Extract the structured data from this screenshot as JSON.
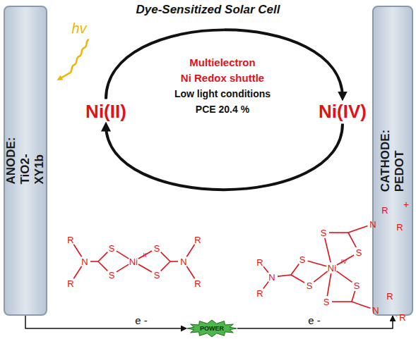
{
  "diagram": {
    "title": "Dye-Sensitized Solar Cell",
    "nodes": [
      {
        "text": [
          "ANODE: TiO2-XY1b"
        ]
      },
      {
        "text": [
          "CATHODE: PEDOT"
        ]
      },
      {
        "text": [
          "Ni(II)"
        ]
      },
      {
        "text": [
          "Ni(IV)"
        ]
      },
      {
        "text": [
          "POWER"
        ]
      }
    ],
    "edges": [
      {
        "from": 2,
        "to": 3,
        "arrow": "to"
      },
      {
        "from": 3,
        "to": 2,
        "arrow": "to"
      },
      {
        "from": 0,
        "to": 4,
        "label": "e -",
        "arrow": "to"
      },
      {
        "from": 4,
        "to": 1,
        "label": "e -",
        "arrow": "to"
      }
    ],
    "labels": [
      "Multielectron",
      "Ni Redox shuttle",
      "Low light conditions",
      "PCE 20.4 %",
      "hv",
      "R",
      "R",
      "N",
      "S",
      "S",
      "Ni",
      "II",
      "S",
      "S",
      "N",
      "R",
      "R",
      "+",
      "S",
      "S",
      "N",
      "R",
      "R",
      "S",
      "S",
      "N",
      "R",
      "R",
      "Ni",
      "IV",
      "S",
      "S",
      "N",
      "R",
      "R"
    ]
  }
}
